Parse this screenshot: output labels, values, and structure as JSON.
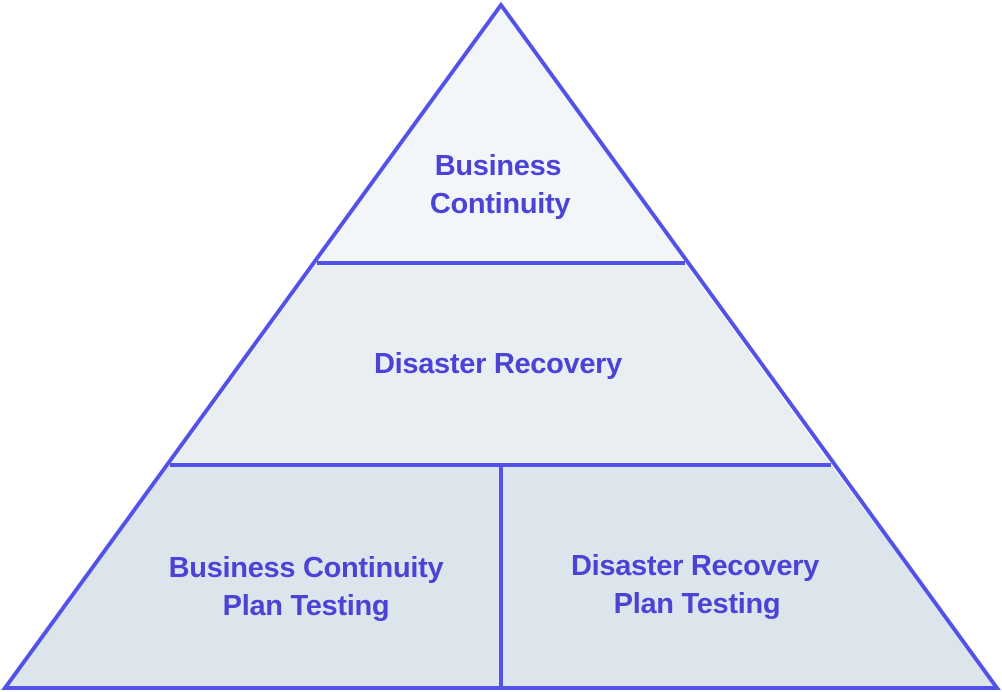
{
  "diagram": {
    "colors": {
      "outline": "#5352E8",
      "text": "#4B43D6",
      "tier_top_fill": "#F3F6F9",
      "tier_middle_fill": "#E9EEF3",
      "tier_bottom_fill": "#DCE4EC"
    },
    "tiers": {
      "top": {
        "line1": "Business",
        "line2": "Continuity"
      },
      "middle": {
        "label": "Disaster Recovery"
      },
      "bottom_left": {
        "line1": "Business Continuity",
        "line2": "Plan Testing"
      },
      "bottom_right": {
        "line1": "Disaster Recovery",
        "line2": "Plan Testing"
      }
    }
  }
}
